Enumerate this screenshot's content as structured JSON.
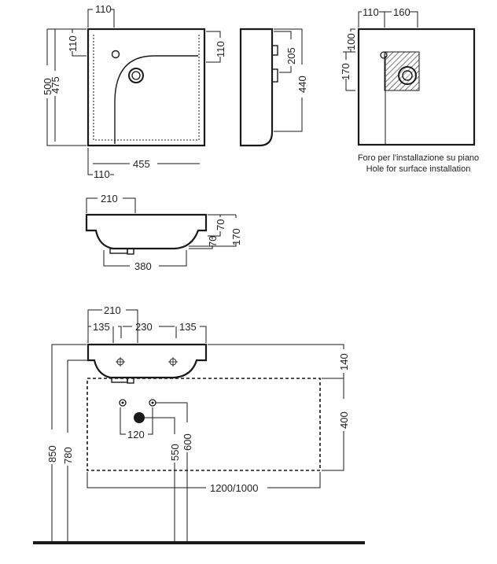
{
  "plan_view": {
    "top_offset": "110",
    "left_offset": "110",
    "right_offset": "110",
    "height_outer": "500",
    "height_inner": "475",
    "width_inner": "455",
    "bottom_offset": "110"
  },
  "side_view": {
    "tap_height": "205",
    "depth": "440"
  },
  "surface_plan": {
    "offset_a": "110",
    "offset_b": "160",
    "offset_v_top": "100",
    "offset_v_mid": "170",
    "caption_it": "Foro per l'installazione su piano",
    "caption_en": "Hole for surface installation"
  },
  "front_view": {
    "top_width": "210",
    "h_upper": "70",
    "h_lower": "70",
    "h_total": "170",
    "bottom_width": "380"
  },
  "installation_view": {
    "top_width": "210",
    "left_gap": "135",
    "center_gap": "230",
    "right_gap": "135",
    "rim_height": "140",
    "cabinet_height": "400",
    "height_850": "850",
    "height_780": "780",
    "drain_spacing": "120",
    "height_550": "550",
    "height_600": "600",
    "cabinet_width": "1200/1000"
  },
  "colors": {
    "line": "#1a1a1a",
    "hatch": "#555555"
  }
}
